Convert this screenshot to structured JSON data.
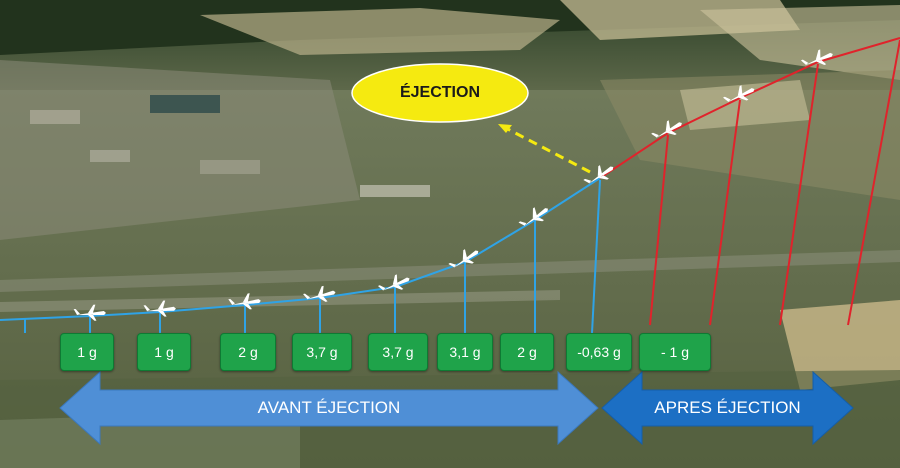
{
  "callout": {
    "label": "ÉJECTION"
  },
  "load_factors": [
    "1 g",
    "1 g",
    "2 g",
    "3,7 g",
    "3,7 g",
    "3,1 g",
    "2 g",
    "-0,63 g",
    "- 1 g"
  ],
  "phases": {
    "before": "AVANT ÉJECTION",
    "after": "APRES ÉJECTION"
  },
  "colors": {
    "before_trajectory": "#2fa3e6",
    "after_trajectory": "#e0232b",
    "load_box": "#1fa34a",
    "before_arrow": "#4f8fd6",
    "after_arrow": "#1c6fc4",
    "callout_fill": "#f5ea10",
    "ejection_path": "#f5ea10"
  },
  "icons": {
    "aircraft": "jet-aircraft-icon"
  }
}
